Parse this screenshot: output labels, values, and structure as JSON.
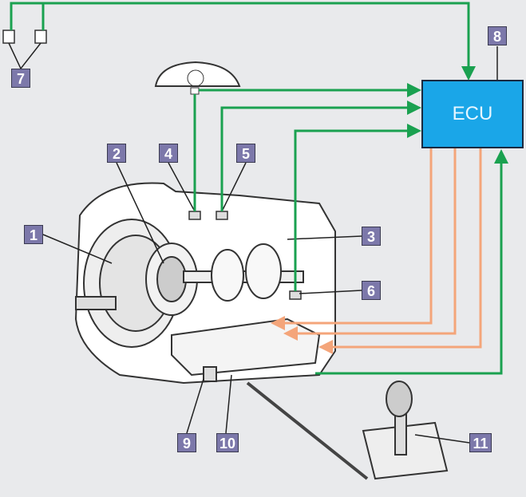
{
  "ecu": {
    "label": "ECU"
  },
  "labels": [
    "1",
    "2",
    "3",
    "4",
    "5",
    "6",
    "7",
    "8",
    "9",
    "10",
    "11"
  ],
  "colors": {
    "signal_in": "#1aa150",
    "signal_out": "#f4a57a",
    "label_box": "#7c78aa",
    "ecu": "#1aa6e8",
    "background": "#e9eaec"
  }
}
